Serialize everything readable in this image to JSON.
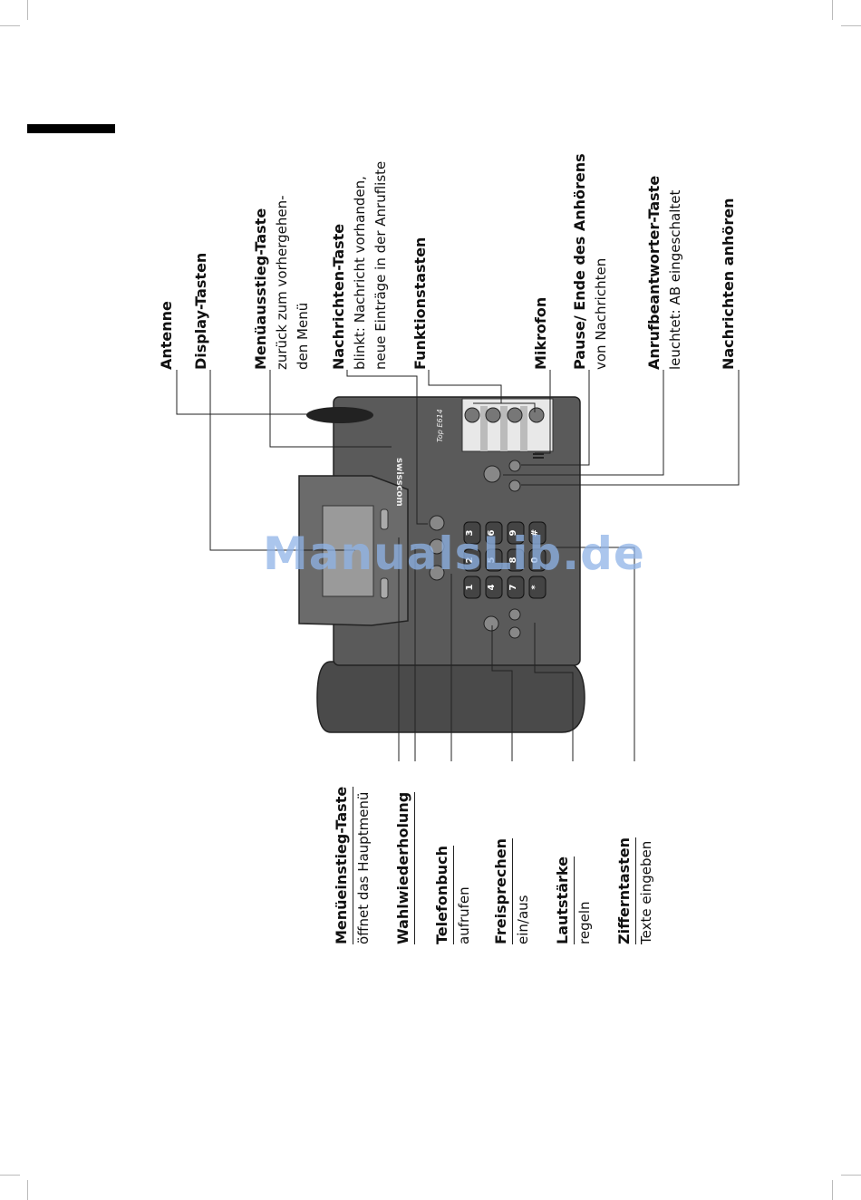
{
  "top_labels": [
    {
      "title": "Antenne",
      "desc": []
    },
    {
      "title": "Display-Tasten",
      "desc": []
    },
    {
      "title": "Menüausstieg-Taste",
      "desc": [
        "zurück zum vorhergehen-",
        "den Menü"
      ]
    },
    {
      "title": "Nachrichten-Taste",
      "desc": [
        "blinkt: Nachricht vorhanden,",
        "neue Einträge in der Anrufliste"
      ]
    },
    {
      "title": "Funktionstasten",
      "desc": []
    },
    {
      "title": "Mikrofon",
      "desc": []
    },
    {
      "title": "Pause/ Ende des Anhörens",
      "desc": [
        "von Nachrichten"
      ]
    },
    {
      "title": "Anrufbeantworter-Taste",
      "desc": [
        "leuchtet: AB eingeschaltet"
      ]
    },
    {
      "title": "Nachrichten anhören",
      "desc": []
    }
  ],
  "bottom_labels": [
    {
      "title": "Menüeinstieg-Taste",
      "desc": [
        "öffnet das Hauptmenü"
      ]
    },
    {
      "title": "Wahlwiederholung",
      "desc": []
    },
    {
      "title": "Telefonbuch",
      "desc": [
        "aufrufen"
      ]
    },
    {
      "title": "Freisprechen",
      "desc": [
        "ein/aus"
      ]
    },
    {
      "title": "Lautstärke",
      "desc": [
        "regeln"
      ]
    },
    {
      "title": "Zifferntasten",
      "desc": [
        "Texte eingeben"
      ]
    }
  ],
  "phone": {
    "brand": "swisscom",
    "model": "Top E614",
    "keys": [
      "1",
      "2",
      "3",
      "4",
      "5",
      "6",
      "7",
      "8",
      "9",
      "*",
      "0",
      "#"
    ]
  },
  "watermark": "ManualsLib.de"
}
